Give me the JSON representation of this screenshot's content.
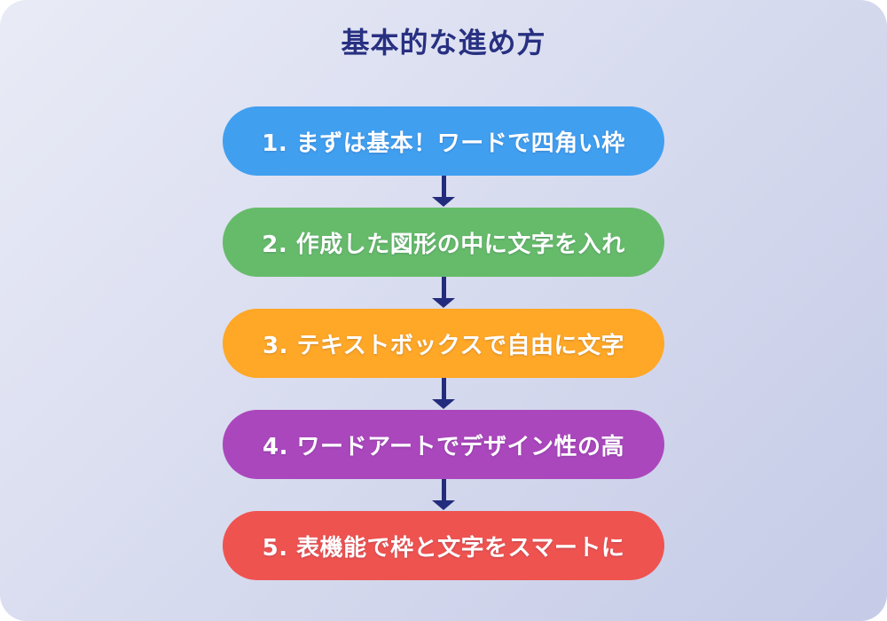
{
  "title": "基本的な進め方",
  "colors": {
    "background_start": "#E9EBF6",
    "background_end": "#C5CBE7",
    "title": "#283081",
    "arrow": "#232C7C",
    "step_text": "#FFFFFF"
  },
  "steps": [
    {
      "label": "1. まずは基本！ワードで四角い枠",
      "color": "#419FF0"
    },
    {
      "label": "2. 作成した図形の中に文字を入れ",
      "color": "#66BB6A"
    },
    {
      "label": "3. テキストボックスで自由に文字",
      "color": "#FFA726"
    },
    {
      "label": "4. ワードアートでデザイン性の高",
      "color": "#AB47BC"
    },
    {
      "label": "5. 表機能で枠と文字をスマートに",
      "color": "#EF5350"
    }
  ]
}
